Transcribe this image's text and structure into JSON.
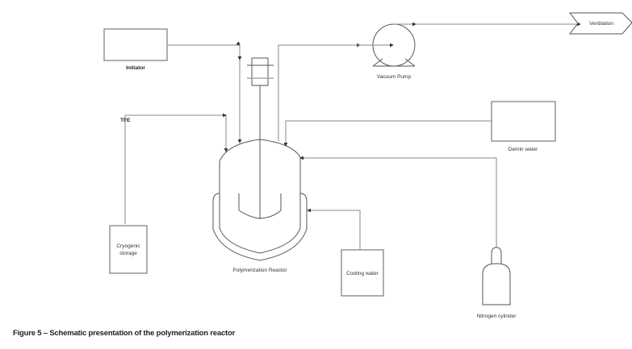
{
  "diagram": {
    "title": "Schematic presentation of the polymerization reactor",
    "caption": "Figure 5 – Schematic presentation of the polymerization reactor",
    "components": {
      "initiator": "Initiator",
      "vacuum_pump": "Vacuum Pump",
      "ventilation": "Ventilation",
      "tfe": "TFE",
      "demin_water": "Demin water",
      "cryogenic_storage_line1": "Cryogenic",
      "cryogenic_storage_line2": "storage",
      "polymerization_reactor": "Polymerization Reactor",
      "cooling_water": "Cooling water",
      "nitrogen_cylinder": "Nitrogen cylinder"
    },
    "connections": [
      {
        "from": "Initiator",
        "to": "Polymerization Reactor"
      },
      {
        "from": "Cryogenic storage",
        "to": "Polymerization Reactor",
        "label": "TFE"
      },
      {
        "from": "Polymerization Reactor",
        "to": "Vacuum Pump"
      },
      {
        "from": "Vacuum Pump",
        "to": "Ventilation"
      },
      {
        "from": "Demin water",
        "to": "Polymerization Reactor"
      },
      {
        "from": "Nitrogen cylinder",
        "to": "Polymerization Reactor"
      },
      {
        "from": "Cooling water",
        "to": "Polymerization Reactor jacket"
      }
    ]
  }
}
